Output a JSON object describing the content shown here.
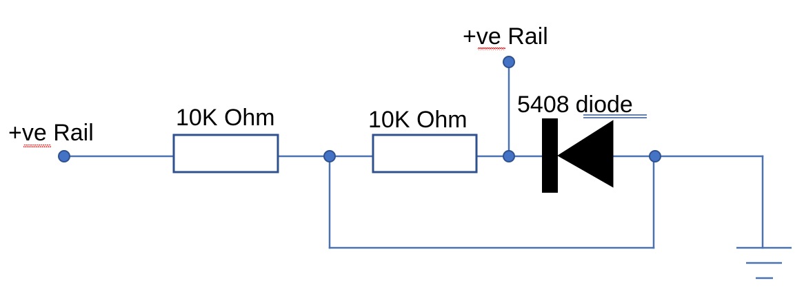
{
  "colors": {
    "wire": "#4a72b0",
    "node_fill": "#4472c4",
    "node_stroke": "#2f528f",
    "resistor_stroke": "#2f528f",
    "diode": "#000000",
    "text": "#000000",
    "spell_underline": "#ff0000",
    "grammar_underline": "#2f5597"
  },
  "labels": {
    "rail_left": "+ve Rail",
    "rail_top": "+ve Rail",
    "resistor_1": "10K Ohm",
    "resistor_2": "10K Ohm",
    "diode_part": "5408",
    "diode_word": "diode"
  },
  "components": {
    "resistors": [
      {
        "id": "R1",
        "value": "10K Ohm"
      },
      {
        "id": "R2",
        "value": "10K Ohm"
      }
    ],
    "diode": {
      "id": "D1",
      "part": "5408 diode",
      "orientation": "cathode-left"
    },
    "ground": {
      "symbol": "ground"
    }
  },
  "icons": [
    "node-dot",
    "resistor-symbol",
    "diode-symbol",
    "ground-symbol"
  ]
}
